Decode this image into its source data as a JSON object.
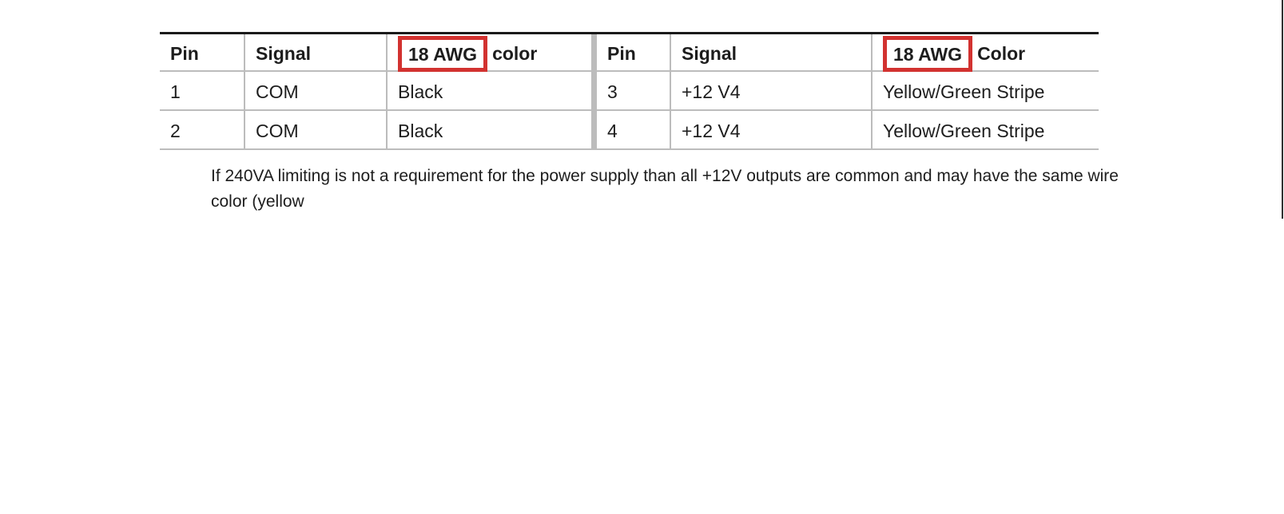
{
  "page": {
    "background": "#ffffff",
    "right_edge_line_color": "#2f2f2f"
  },
  "pin_table": {
    "colors": {
      "top_border": "#1a1a1a",
      "grid_line": "#bcbcbc",
      "highlight_box": "#d23230",
      "text": "#1d1d1d"
    },
    "left_section": {
      "header_pin": "Pin",
      "header_signal": "Signal",
      "header_awg_boxed": "18 AWG",
      "header_awg_rest": "color",
      "rows": [
        {
          "pin": "1",
          "signal": "COM",
          "color": "Black"
        },
        {
          "pin": "2",
          "signal": "COM",
          "color": "Black"
        }
      ]
    },
    "right_section": {
      "header_pin": "Pin",
      "header_signal": "Signal",
      "header_awg_boxed": "18 AWG",
      "header_awg_rest": "Color",
      "rows": [
        {
          "pin": "3",
          "signal": "+12 V4",
          "color": "Yellow/Green Stripe"
        },
        {
          "pin": "4",
          "signal": "+12 V4",
          "color": "Yellow/Green Stripe"
        }
      ]
    }
  },
  "note": {
    "line1": "If 240VA limiting is not a requirement for the power supply than all +12V outputs are common and may have the same wire",
    "line2": "color (yellow"
  }
}
